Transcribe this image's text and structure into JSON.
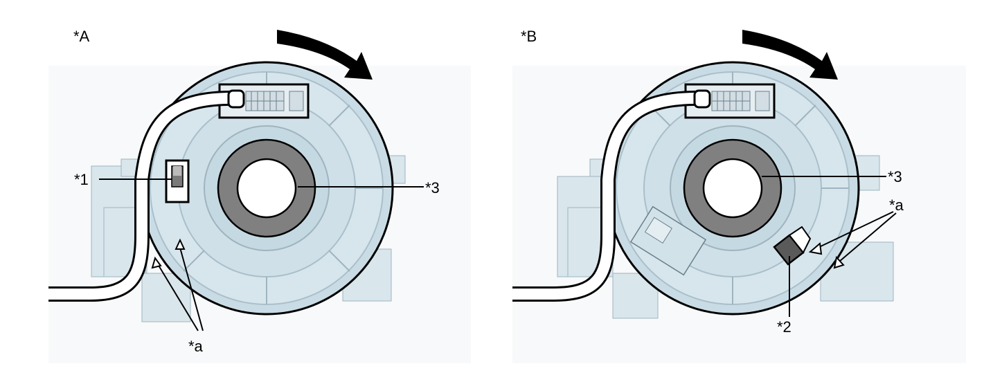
{
  "panels": [
    {
      "id": "A",
      "tag": "*A",
      "callouts": {
        "item1": "*1",
        "item3": "*3",
        "mark": "*a"
      }
    },
    {
      "id": "B",
      "tag": "*B",
      "callouts": {
        "item2": "*2",
        "item3": "*3",
        "mark": "*a"
      }
    }
  ],
  "colors": {
    "housing": "#cbdde6",
    "housing_light": "#e2edf2",
    "bracket": "#d9e6ec",
    "hub": "#808080",
    "outline": "#000000",
    "background": "#ffffff"
  },
  "icons": [
    "rotation-arrow-icon",
    "triangle-marker-icon"
  ]
}
